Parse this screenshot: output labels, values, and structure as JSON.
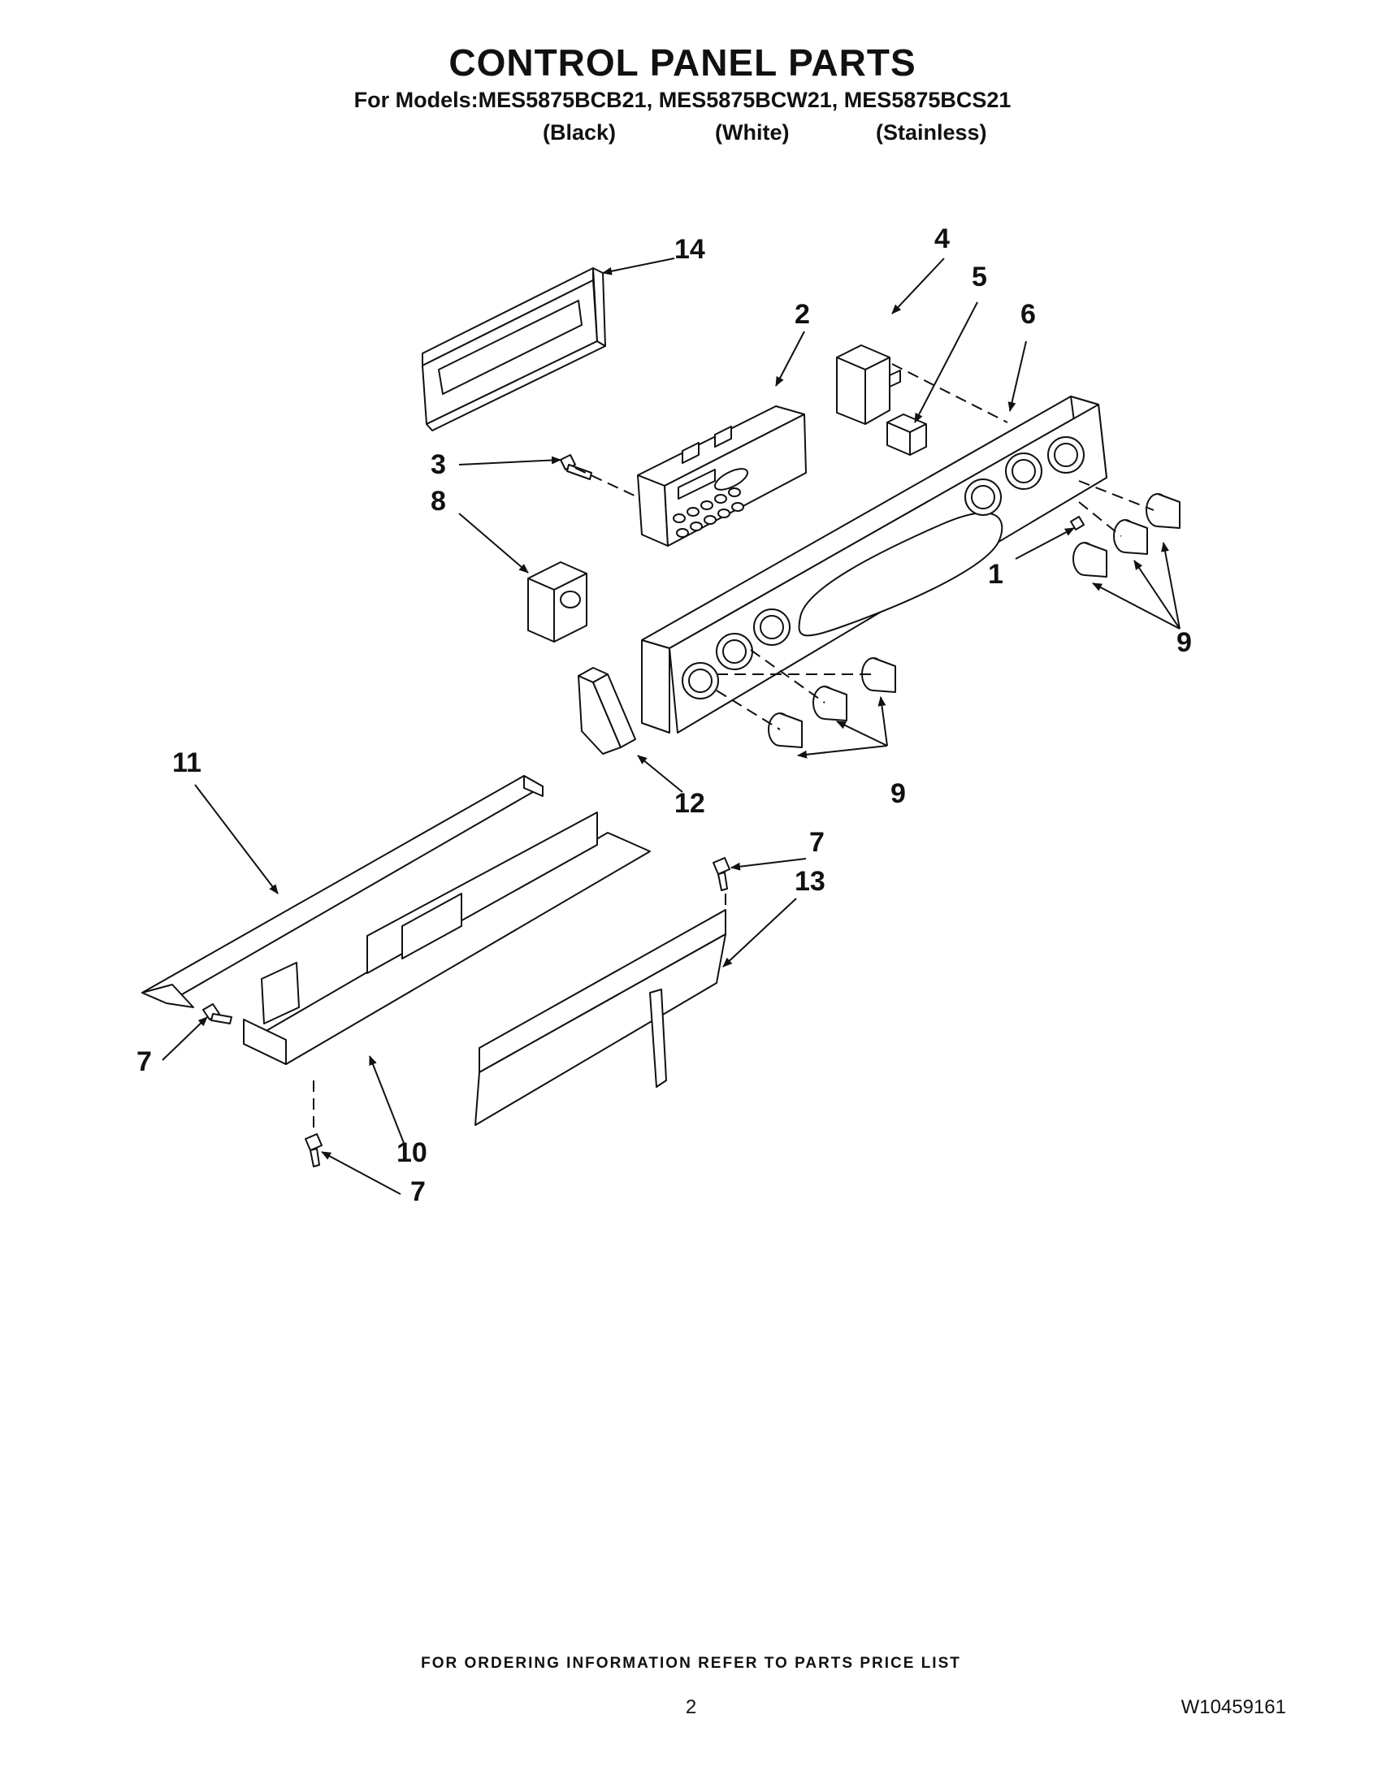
{
  "header": {
    "title": "CONTROL PANEL PARTS",
    "models_line": "For Models:MES5875BCB21, MES5875BCW21, MES5875BCS21",
    "finishes": [
      "(Black)",
      "(White)",
      "(Stainless)"
    ]
  },
  "callouts": [
    "14",
    "4",
    "5",
    "2",
    "6",
    "3",
    "8",
    "1",
    "9",
    "9",
    "11",
    "12",
    "7",
    "13",
    "7",
    "10",
    "7"
  ],
  "footer": {
    "ordering_note": "FOR ORDERING INFORMATION REFER TO PARTS PRICE LIST",
    "page_number": "2",
    "document_number": "W10459161"
  }
}
